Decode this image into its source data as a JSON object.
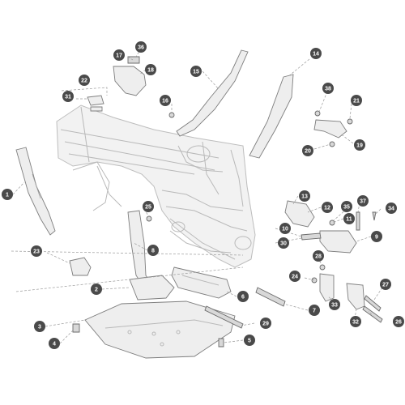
{
  "colors": {
    "callout_fill": "#4a4a4a",
    "callout_text": "#ffffff",
    "part_stroke": "#7d7d7d",
    "frame_stroke": "#b9b9b9"
  },
  "callouts": [
    {
      "id": "1",
      "label": "1"
    },
    {
      "id": "2",
      "label": "2"
    },
    {
      "id": "3",
      "label": "3"
    },
    {
      "id": "4",
      "label": "4"
    },
    {
      "id": "5",
      "label": "5"
    },
    {
      "id": "6",
      "label": "6"
    },
    {
      "id": "7",
      "label": "7"
    },
    {
      "id": "8",
      "label": "8"
    },
    {
      "id": "9",
      "label": "9"
    },
    {
      "id": "10",
      "label": "10"
    },
    {
      "id": "11",
      "label": "11"
    },
    {
      "id": "12",
      "label": "12"
    },
    {
      "id": "13",
      "label": "13"
    },
    {
      "id": "14",
      "label": "14"
    },
    {
      "id": "15",
      "label": "15"
    },
    {
      "id": "16",
      "label": "16"
    },
    {
      "id": "17",
      "label": "17"
    },
    {
      "id": "18",
      "label": "18"
    },
    {
      "id": "19",
      "label": "19"
    },
    {
      "id": "20",
      "label": "20"
    },
    {
      "id": "21",
      "label": "21"
    },
    {
      "id": "22",
      "label": "22"
    },
    {
      "id": "23",
      "label": "23"
    },
    {
      "id": "24",
      "label": "24"
    },
    {
      "id": "25",
      "label": "25"
    },
    {
      "id": "26",
      "label": "26"
    },
    {
      "id": "27",
      "label": "27"
    },
    {
      "id": "28",
      "label": "28"
    },
    {
      "id": "29",
      "label": "29"
    },
    {
      "id": "30",
      "label": "30"
    },
    {
      "id": "31",
      "label": "31"
    },
    {
      "id": "32",
      "label": "32"
    },
    {
      "id": "33",
      "label": "33"
    },
    {
      "id": "34",
      "label": "34"
    },
    {
      "id": "35",
      "label": "35"
    },
    {
      "id": "36",
      "label": "36"
    },
    {
      "id": "37",
      "label": "37"
    },
    {
      "id": "38",
      "label": "38"
    }
  ]
}
